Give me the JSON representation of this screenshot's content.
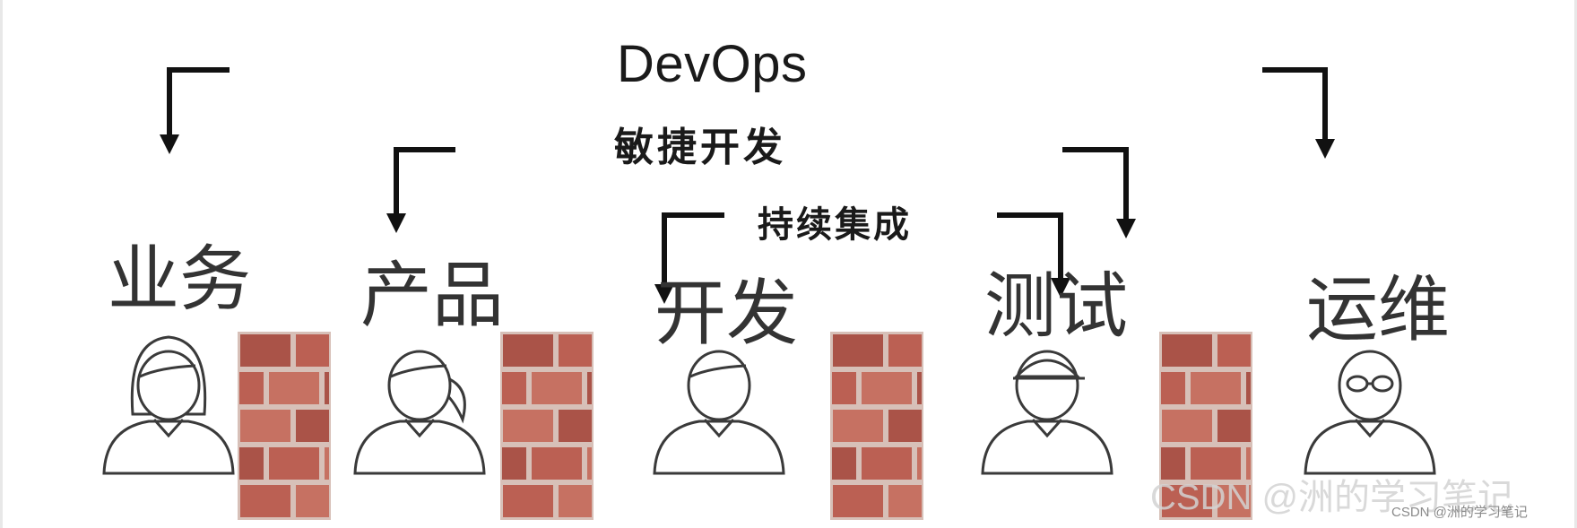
{
  "title": "DevOps",
  "subtitle_agile": "敏捷开发",
  "subtitle_ci": "持续集成",
  "roles": [
    {
      "label": "业务",
      "icon": "person-woman-icon"
    },
    {
      "label": "产品",
      "icon": "person-ponytail-icon"
    },
    {
      "label": "开发",
      "icon": "person-man-icon"
    },
    {
      "label": "测试",
      "icon": "person-cap-icon"
    },
    {
      "label": "运维",
      "icon": "person-glasses-icon"
    }
  ],
  "walls": [
    "brick-wall-icon",
    "brick-wall-icon",
    "brick-wall-icon",
    "brick-wall-icon"
  ],
  "watermark": {
    "large": "CSDN @洲的学习笔记",
    "small": "CSDN @洲的学习笔记"
  },
  "colors": {
    "arrow": "#111111",
    "text": "#333333",
    "brick": "#b8584a",
    "mortar": "#d7c0b8",
    "outline": "#3a3a3a"
  }
}
